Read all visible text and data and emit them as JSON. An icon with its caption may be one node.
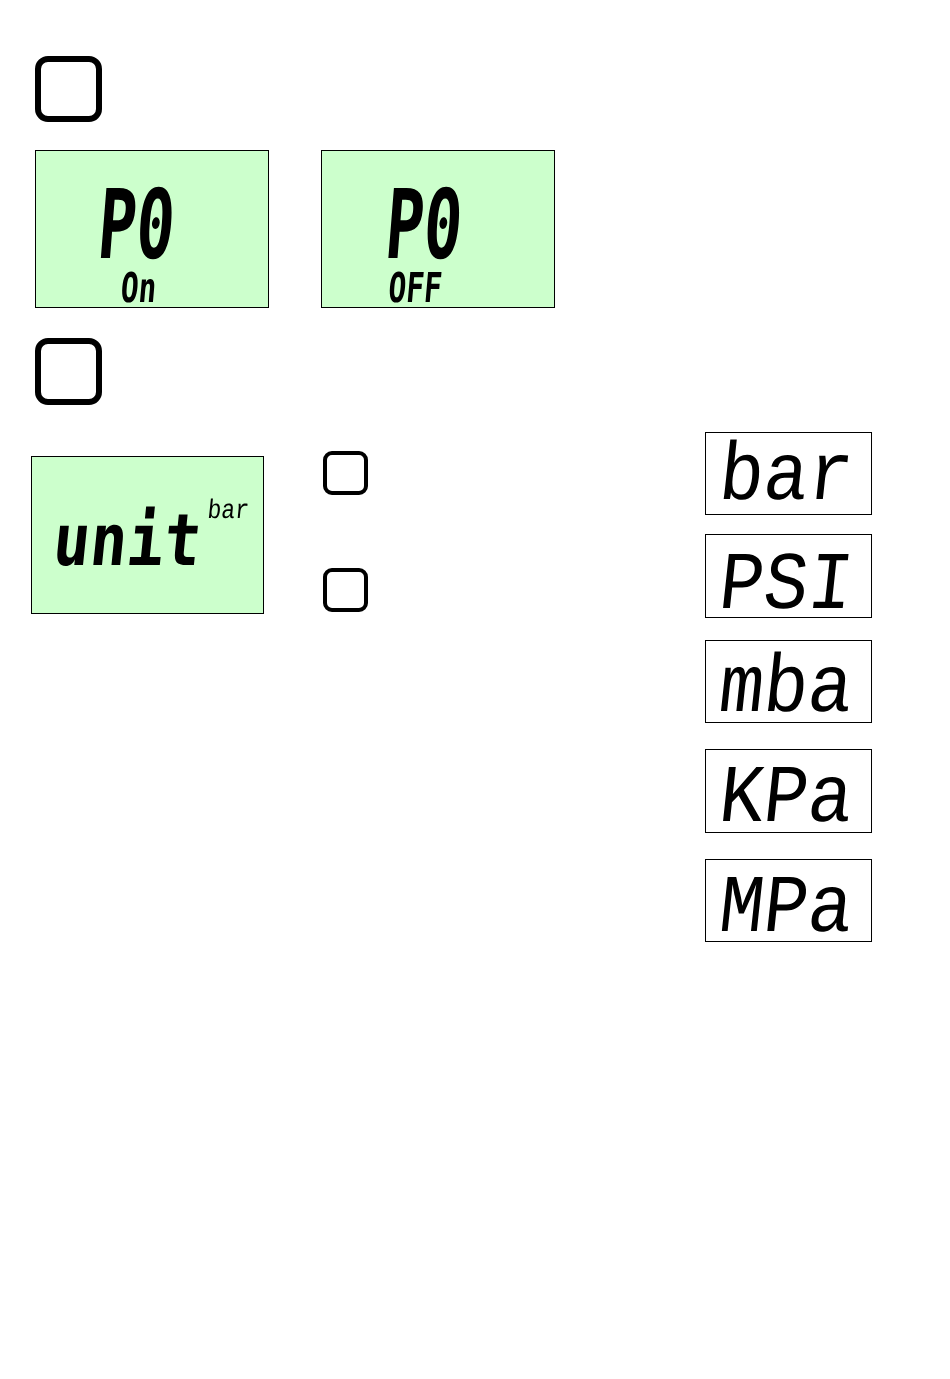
{
  "diagram": {
    "nodes": [
      {
        "text": [
          "P0",
          "On"
        ]
      },
      {
        "text": [
          "P0",
          "OFF"
        ]
      },
      {
        "text": [
          "unit",
          "bar"
        ]
      },
      {
        "text": [
          "bar"
        ]
      },
      {
        "text": [
          "PSI"
        ]
      },
      {
        "text": [
          "mba"
        ]
      },
      {
        "text": [
          "KPa"
        ]
      },
      {
        "text": [
          "MPa"
        ]
      }
    ]
  }
}
